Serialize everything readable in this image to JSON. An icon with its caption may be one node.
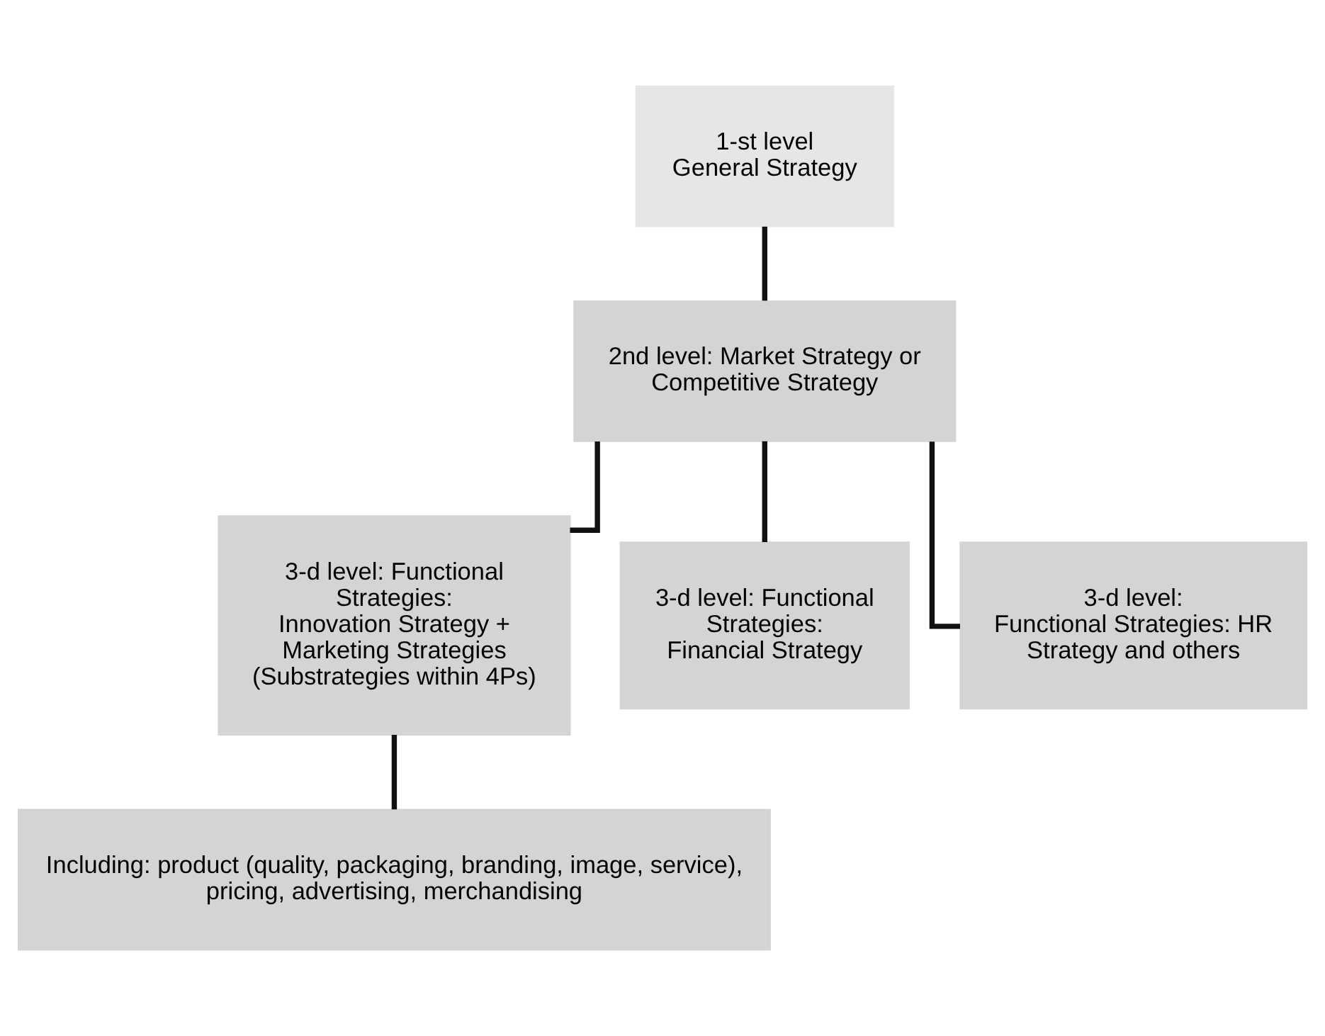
{
  "diagram": {
    "nodes": [
      {
        "text": [
          "1-st level",
          "General Strategy"
        ]
      },
      {
        "text": [
          "2nd level: Market Strategy or Competitive Strategy"
        ]
      },
      {
        "text": [
          "3-d level: Functional Strategies:",
          "Innovation Strategy + Marketing Strategies (Substrategies within 4Ps)"
        ]
      },
      {
        "text": [
          "3-d level: Functional Strategies:",
          "Financial Strategy"
        ]
      },
      {
        "text": [
          "3-d level:",
          "Functional Strategies: HR Strategy and others"
        ]
      },
      {
        "text": [
          "Including: product (quality, packaging, branding, image, service), pricing, advertising, merchandising"
        ]
      }
    ],
    "edges": [
      {
        "from": 0,
        "to": 1,
        "arrow": "none"
      },
      {
        "from": 1,
        "to": 2,
        "arrow": "none"
      },
      {
        "from": 1,
        "to": 3,
        "arrow": "none"
      },
      {
        "from": 1,
        "to": 4,
        "arrow": "none"
      },
      {
        "from": 2,
        "to": 5,
        "arrow": "none"
      }
    ]
  }
}
